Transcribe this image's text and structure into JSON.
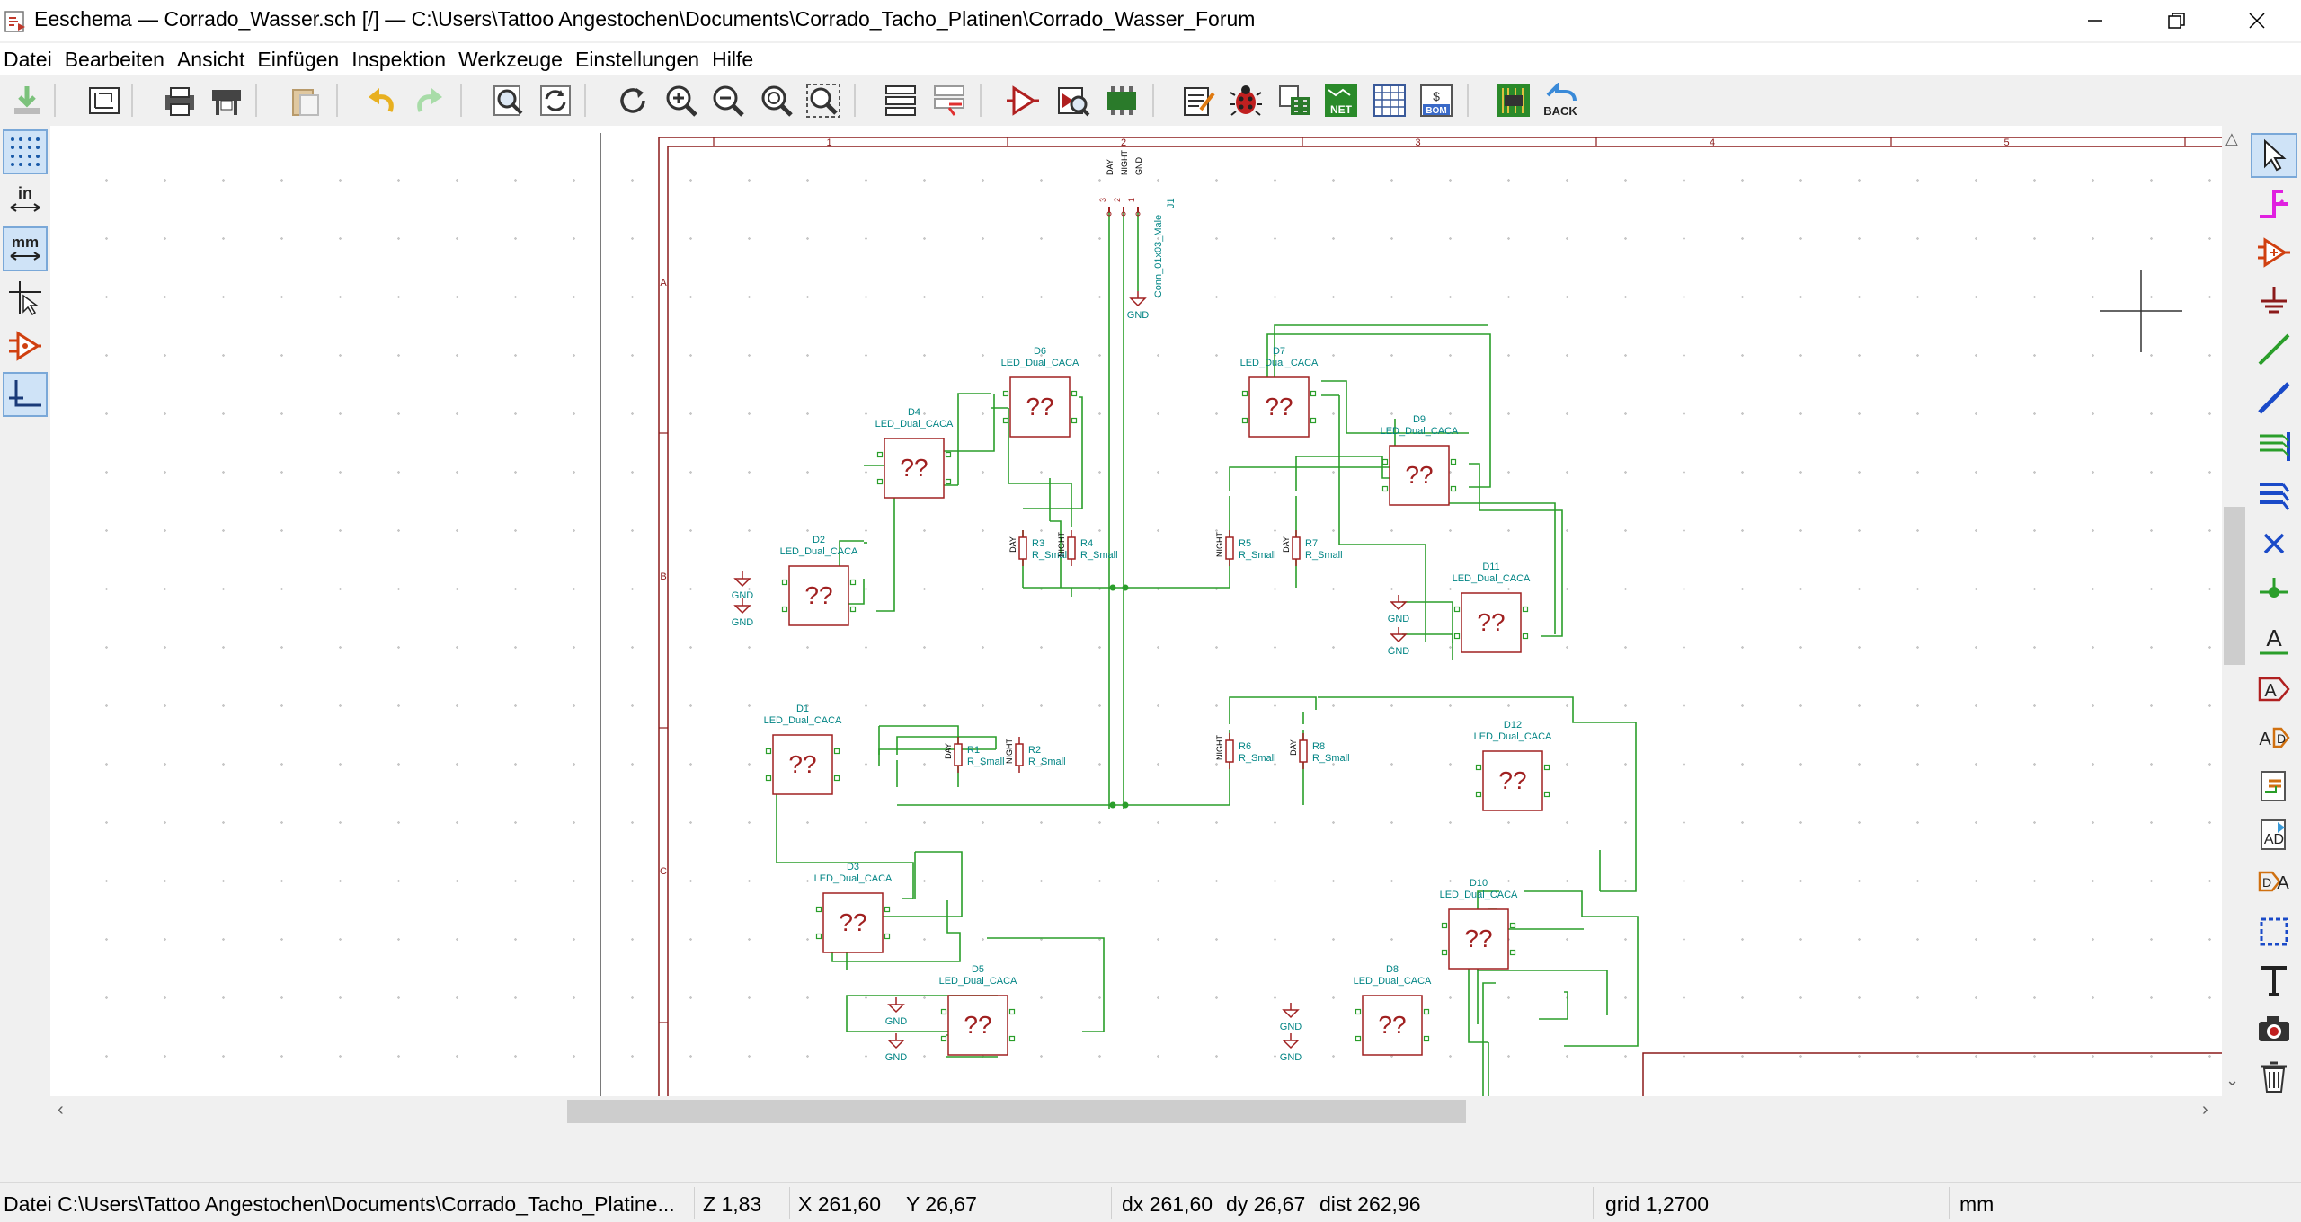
{
  "window": {
    "title": "Eeschema — Corrado_Wasser.sch [/] — C:\\Users\\Tattoo Angestochen\\Documents\\Corrado_Tacho_Platinen\\Corrado_Wasser_Forum",
    "minimize_icon": "minimize-icon",
    "restore_icon": "restore-icon",
    "close_icon": "close-icon"
  },
  "menu": [
    "Datei",
    "Bearbeiten",
    "Ansicht",
    "Einfügen",
    "Inspektion",
    "Werkzeuge",
    "Einstellungen",
    "Hilfe"
  ],
  "toolbar": {
    "icons": [
      "save-icon",
      "page-settings-icon",
      "print-icon",
      "plot-icon",
      "paste-icon",
      "undo-icon",
      "redo-icon",
      "find-icon",
      "find-replace-icon",
      "redraw-icon",
      "zoom-in-icon",
      "zoom-out-icon",
      "zoom-fit-icon",
      "zoom-selection-icon",
      "hierarchy-navigator-icon",
      "leave-sheet-icon",
      "symbol-editor-icon",
      "symbol-library-browser-icon",
      "annotate-icon",
      "edit-fields-icon",
      "erc-icon",
      "assign-footprints-icon",
      "netlist-icon",
      "bom-table-icon",
      "bom-icon",
      "pcbnew-icon",
      "back-annotate-icon"
    ],
    "net_label": "NET",
    "bom_label": "BOM",
    "back_label": "BACK"
  },
  "left_toolbar": {
    "units_in": "in",
    "units_mm": "mm"
  },
  "schematic": {
    "border_columns": [
      "1",
      "2",
      "3",
      "4",
      "5"
    ],
    "border_rows": [
      "A",
      "B",
      "C"
    ],
    "connector": {
      "ref": "J1",
      "value": "Conn_01x03_Male",
      "pins": [
        "DAY",
        "NIGHT",
        "GND"
      ],
      "pin_numbers": [
        "3",
        "2",
        "1"
      ]
    },
    "gnd_label": "GND",
    "unknown_symbol_text": "??",
    "leds": [
      {
        "ref": "D6",
        "value": "LED_Dual_CACA"
      },
      {
        "ref": "D4",
        "value": "LED_Dual_CACA"
      },
      {
        "ref": "D2",
        "value": "LED_Dual_CACA"
      },
      {
        "ref": "D7",
        "value": "LED_Dual_CACA"
      },
      {
        "ref": "D9",
        "value": "LED_Dual_CACA"
      },
      {
        "ref": "D11",
        "value": "LED_Dual_CACA"
      },
      {
        "ref": "D1",
        "value": "LED_Dual_CACA"
      },
      {
        "ref": "D3",
        "value": "LED_Dual_CACA"
      },
      {
        "ref": "D5",
        "value": "LED_Dual_CACA"
      },
      {
        "ref": "D12",
        "value": "LED_Dual_CACA"
      },
      {
        "ref": "D10",
        "value": "LED_Dual_CACA"
      },
      {
        "ref": "D8",
        "value": "LED_Dual_CACA"
      }
    ],
    "resistors": [
      {
        "ref": "R3",
        "value": "R_Small",
        "net": "DAY"
      },
      {
        "ref": "R4",
        "value": "R_Small",
        "net": "NIGHT"
      },
      {
        "ref": "R5",
        "value": "R_Small",
        "net": "NIGHT"
      },
      {
        "ref": "R7",
        "value": "R_Small",
        "net": "DAY"
      },
      {
        "ref": "R1",
        "value": "R_Small",
        "net": "DAY"
      },
      {
        "ref": "R2",
        "value": "R_Small",
        "net": "NIGHT"
      },
      {
        "ref": "R6",
        "value": "R_Small",
        "net": "NIGHT"
      },
      {
        "ref": "R8",
        "value": "R_Small",
        "net": "DAY"
      }
    ]
  },
  "status": {
    "file": "Datei C:\\Users\\Tattoo Angestochen\\Documents\\Corrado_Tacho_Platine...",
    "zoom": "Z 1,83",
    "x": "X 261,60",
    "y": "Y 26,67",
    "dx": "dx 261,60",
    "dy": "dy 26,67",
    "dist": "dist 262,96",
    "grid": "grid 1,2700",
    "units": "mm"
  },
  "colors": {
    "wire": "#2a9e2a",
    "symbol_body": "#a02020",
    "field_text": "#008484",
    "sheet_border": "#8b1a1a",
    "net_label": "#000000"
  }
}
